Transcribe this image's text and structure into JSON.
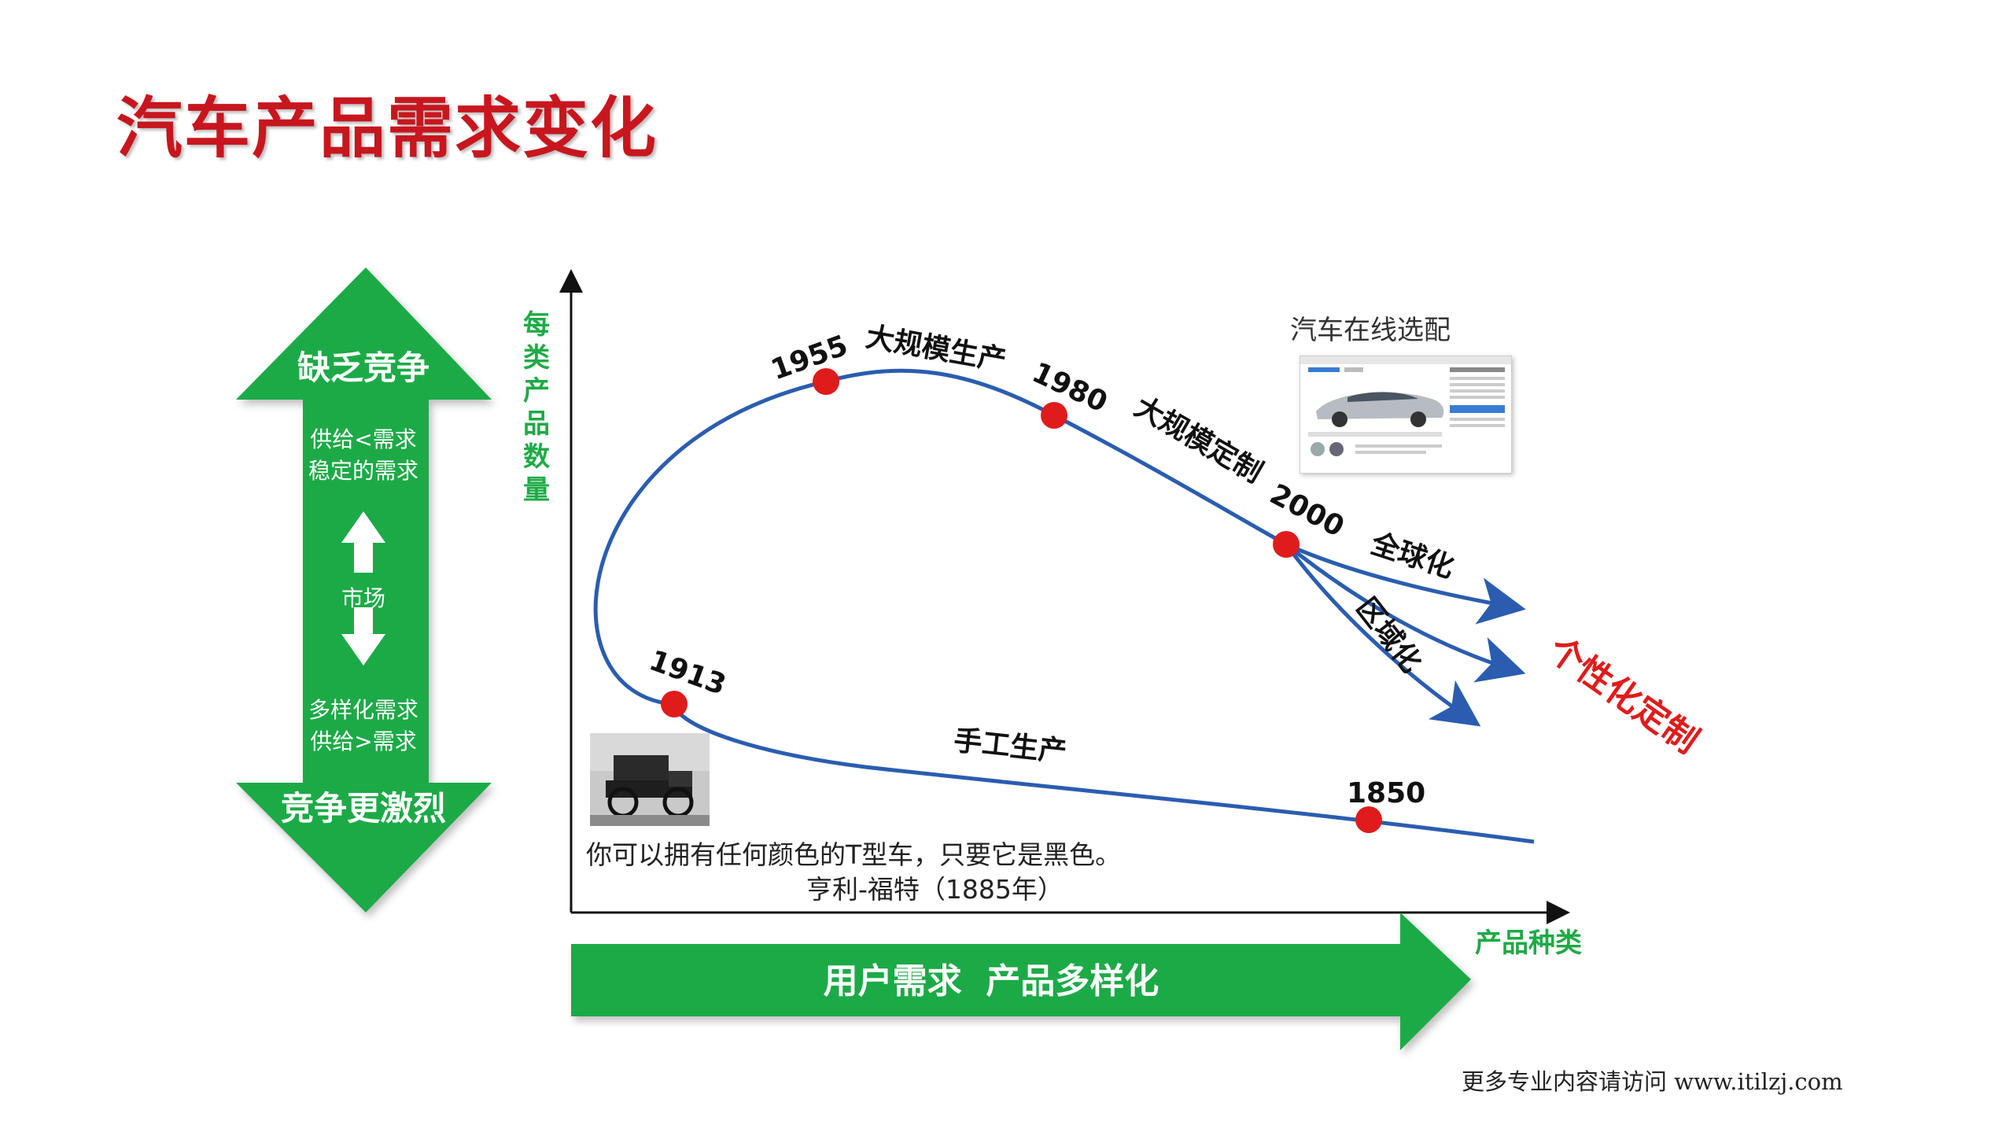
{
  "title": "汽车产品需求变化",
  "colors": {
    "title": "#c8161e",
    "green": "#1eaa46",
    "curve": "#2a5db0",
    "dot": "#e01b1b",
    "highlight": "#e01b1b"
  },
  "left_arrow": {
    "top_label": "缺乏竞争",
    "upper_line1": "供给<需求",
    "upper_line2": "稳定的需求",
    "middle": "市场",
    "lower_line1": "多样化需求",
    "lower_line2": "供给>需求",
    "bottom_label": "竞争更激烈"
  },
  "axes": {
    "y_label": "每类产品数量",
    "x_label": "产品种类"
  },
  "bottom_arrow_label": "用户需求  产品多样化",
  "years": [
    "1955",
    "1980",
    "2000",
    "1913",
    "1850"
  ],
  "phases": {
    "mass_production": "大规模生产",
    "mass_customization": "大规模定制",
    "handcraft": "手工生产",
    "globalization": "全球化",
    "regionalization": "区域化",
    "personalization": "个性化定制"
  },
  "online_config_label": "汽车在线选配",
  "quote": {
    "text": "你可以拥有任何颜色的T型车，只要它是黑色。",
    "author": "亨利-福特（1885年）"
  },
  "footer": "更多专业内容请访问 www.itilzj.com",
  "icons": [
    "up-arrow-icon",
    "down-arrow-icon",
    "model-t-photo",
    "car-configurator-screenshot"
  ]
}
